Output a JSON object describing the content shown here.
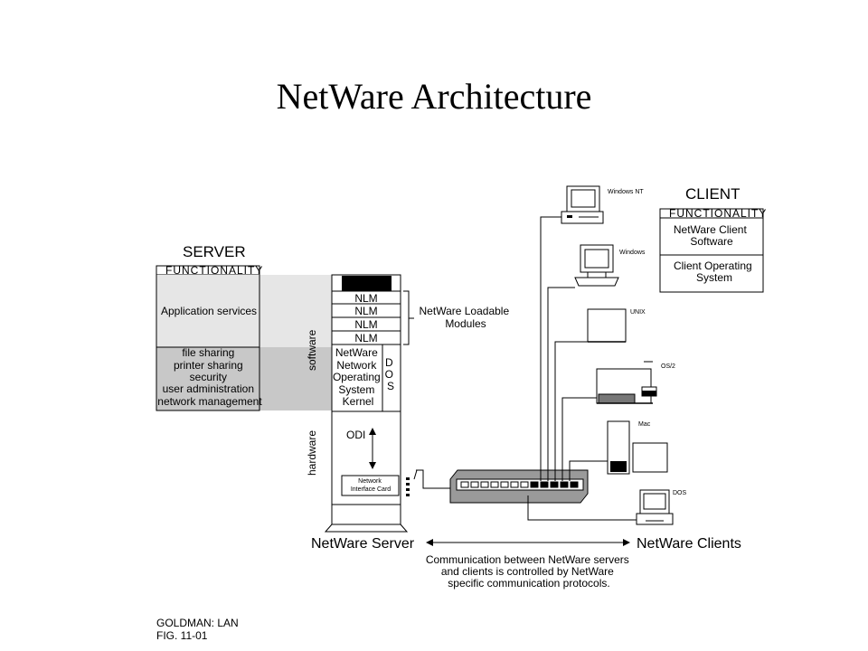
{
  "title": "NetWare Architecture",
  "server": {
    "heading": "SERVER",
    "functionality": "FUNCTIONALITY",
    "app_services": "Application services",
    "services": [
      "file sharing",
      "printer sharing",
      "security",
      "user administration",
      "network management"
    ],
    "software_label": "software",
    "hardware_label": "hardware",
    "nlm_rows": [
      "NLM",
      "NLM",
      "NLM",
      "NLM"
    ],
    "kernel_lines": [
      "NetWare",
      "Network",
      "Operating",
      "System",
      "Kernel"
    ],
    "dos_letters": [
      "D",
      "O",
      "S"
    ],
    "odi_label": "ODI",
    "nic_lines": [
      "Network",
      "Interface Card"
    ],
    "footer_label": "NetWare Server"
  },
  "nlm_brace": {
    "lines": [
      "NetWare Loadable",
      "Modules"
    ]
  },
  "client": {
    "heading": "CLIENT",
    "functionality": "FUNCTIONALITY",
    "software_lines": [
      "NetWare Client",
      "Software"
    ],
    "os_lines": [
      "Client Operating",
      "System"
    ]
  },
  "clients": [
    {
      "name": "Windows NT"
    },
    {
      "name": "Windows"
    },
    {
      "name": "UNIX"
    },
    {
      "name": "OS/2"
    },
    {
      "name": "Mac"
    },
    {
      "name": "DOS"
    }
  ],
  "clients_label": "NetWare Clients",
  "communication_note": [
    "Communication between NetWare servers",
    "and clients is controlled by NetWare",
    "specific communication protocols."
  ],
  "source": [
    "GOLDMAN:  LAN",
    "FIG.  11-01"
  ]
}
